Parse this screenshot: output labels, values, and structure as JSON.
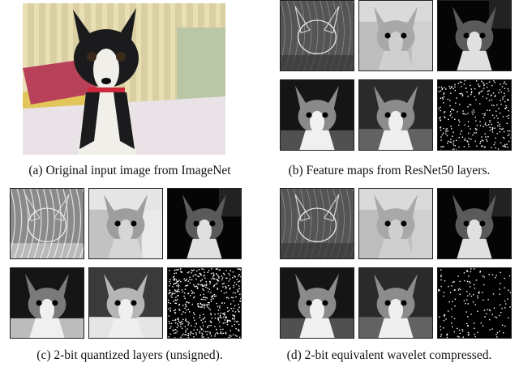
{
  "figure": {
    "panel_a": {
      "caption": "(a) Original input image from ImageNet"
    },
    "panel_b": {
      "caption": "(b) Feature maps from ResNet50 layers."
    },
    "panel_c": {
      "caption": "(c) 2-bit quantized layers (unsigned)."
    },
    "panel_d": {
      "caption": "(d) 2-bit equivalent wavelet compressed."
    }
  },
  "tile_styles": [
    "edge",
    "bright",
    "dark",
    "mid",
    "mid2",
    "sparse"
  ],
  "colors": {
    "wall": "#d9cfa3",
    "stripe": "#e8e0b4",
    "wall_green": "#b9c7a6",
    "quilt": "#e9e2e6",
    "pillow_red": "#b8415a",
    "pillow_yellow": "#e2c65a",
    "dog_black": "#1b1a1c",
    "dog_white": "#f1efe9",
    "collar": "#cc2a3c"
  }
}
